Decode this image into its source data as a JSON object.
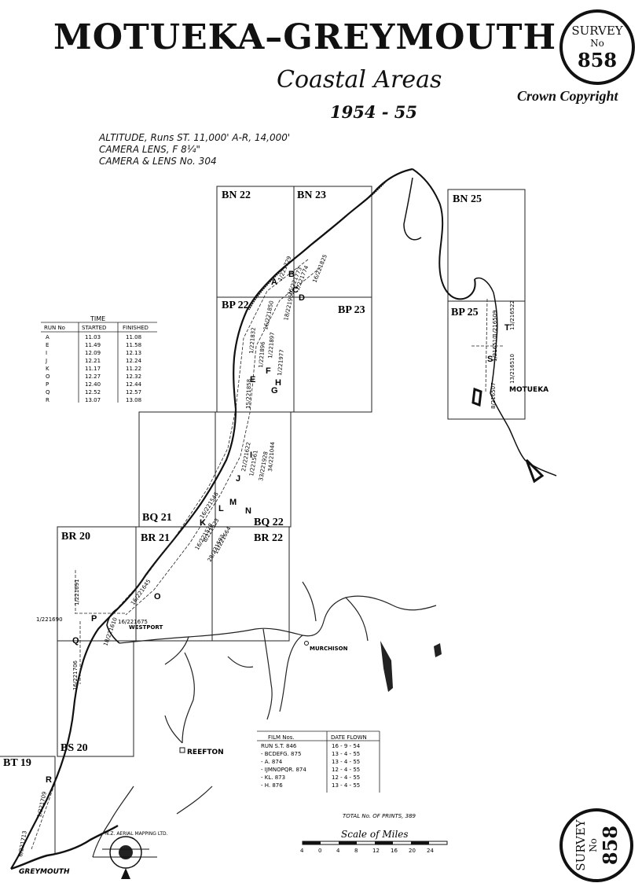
{
  "header": {
    "title": "MOTUEKA–GREYMOUTH",
    "subtitle": "Coastal Areas",
    "years": "1954 - 55",
    "copyright": "Crown Copyright"
  },
  "seal": {
    "survey": "SURVEY",
    "no": "No",
    "number": "858"
  },
  "notes": [
    "ALTITUDE, Runs ST. 11,000' A-R, 14,000'",
    "CAMERA LENS, F 8¼\"",
    "CAMERA & LENS No. 304"
  ],
  "time_table": {
    "title": "TIME",
    "headers": [
      "RUN No",
      "STARTED",
      "FINISHED"
    ],
    "rows": [
      [
        "A",
        "11.03",
        "11.08"
      ],
      [
        "E",
        "11.49",
        "11.58"
      ],
      [
        "I",
        "12.09",
        "12.13"
      ],
      [
        "J",
        "12.21",
        "12.24"
      ],
      [
        "K",
        "11.17",
        "11.22"
      ],
      [
        "O",
        "12.27",
        "12.32"
      ],
      [
        "P",
        "12.40",
        "12.44"
      ],
      [
        "Q",
        "12.52",
        "12.57"
      ],
      [
        "R",
        "13.07",
        "13.08"
      ]
    ]
  },
  "film_table": {
    "headers": [
      "FILM Nos.",
      "DATE FLOWN"
    ],
    "rows": [
      [
        "RUN S.T. 846",
        "16 - 9 - 54"
      ],
      [
        "- BCDEFG. 875",
        "13 - 4 - 55"
      ],
      [
        "- A. 874",
        "13 - 4 - 55"
      ],
      [
        "- IJMNOPQR. 874",
        "12 - 4 - 55"
      ],
      [
        "- KL. 873",
        "12 - 4 - 55"
      ],
      [
        "- H. 876",
        "13 - 4 - 55"
      ]
    ]
  },
  "total_prints": "TOTAL No. OF PRINTS, 389",
  "scale": {
    "label": "Scale of Miles",
    "ticks": [
      "4",
      "0",
      "4",
      "8",
      "12",
      "16",
      "20",
      "24"
    ]
  },
  "sheets": [
    {
      "id": "BN 22"
    },
    {
      "id": "BN 23"
    },
    {
      "id": "BN 25"
    },
    {
      "id": "BP 22"
    },
    {
      "id": "BP 23"
    },
    {
      "id": "BP 25"
    },
    {
      "id": "BQ 21"
    },
    {
      "id": "BQ 22"
    },
    {
      "id": "BR 20"
    },
    {
      "id": "BR 21"
    },
    {
      "id": "BR 22"
    },
    {
      "id": "BS 20"
    },
    {
      "id": "BT 19"
    }
  ],
  "places": [
    "MOTUEKA",
    "WESTPORT",
    "MURCHISON",
    "REEFTON",
    "GREYMOUTH"
  ],
  "runs": [
    "A",
    "B",
    "C",
    "D",
    "E",
    "F",
    "G",
    "H",
    "I",
    "J",
    "K",
    "L",
    "M",
    "N",
    "O",
    "P",
    "Q",
    "R",
    "S",
    "T"
  ],
  "photo_labels": [
    "1/221729",
    "16/221773",
    "1/221774",
    "16/221825",
    "1/221832",
    "16/221850",
    "1/221896",
    "1/221897",
    "1/221977",
    "18/221960",
    "15/221858",
    "1/221658",
    "16/221645",
    "8/221523",
    "16/221546",
    "1/221690",
    "16/221675",
    "18/221610",
    "16/221706",
    "1/221691",
    "1/216509",
    "13/216522",
    "1/216510",
    "13/216510",
    "8/216507",
    "6/221713",
    "1/221709",
    "21/221622",
    "1/221561",
    "33/221584",
    "33/221928",
    "34/221044",
    "1/221620",
    "1/221503",
    "16/221537",
    "1/221519",
    "28/221593",
    "11/221664",
    "12/221556",
    "16/221528",
    "1/221646"
  ],
  "logo_text": "N.Z. AERIAL MAPPING LTD."
}
